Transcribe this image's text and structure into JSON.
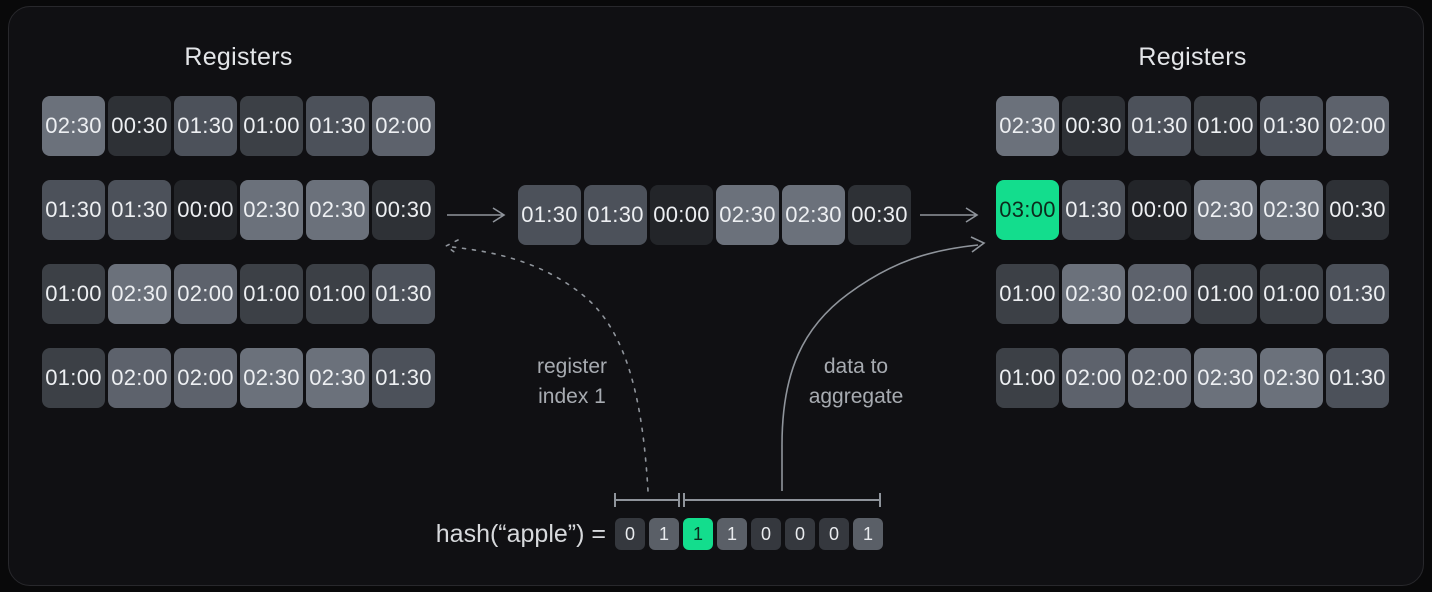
{
  "left_registers": {
    "title": "Registers",
    "rows": [
      [
        "02:30",
        "00:30",
        "01:30",
        "01:00",
        "01:30",
        "02:00"
      ],
      [
        "01:30",
        "01:30",
        "00:00",
        "02:30",
        "02:30",
        "00:30"
      ],
      [
        "01:00",
        "02:30",
        "02:00",
        "01:00",
        "01:00",
        "01:30"
      ],
      [
        "01:00",
        "02:00",
        "02:00",
        "02:30",
        "02:30",
        "01:30"
      ]
    ]
  },
  "middle_row": {
    "values": [
      "01:30",
      "01:30",
      "00:00",
      "02:30",
      "02:30",
      "00:30"
    ]
  },
  "right_registers": {
    "title": "Registers",
    "rows": [
      [
        "02:30",
        "00:30",
        "01:30",
        "01:00",
        "01:30",
        "02:00"
      ],
      [
        "03:00",
        "01:30",
        "00:00",
        "02:30",
        "02:30",
        "00:30"
      ],
      [
        "01:00",
        "02:30",
        "02:00",
        "01:00",
        "01:00",
        "01:30"
      ],
      [
        "01:00",
        "02:00",
        "02:00",
        "02:30",
        "02:30",
        "01:30"
      ]
    ],
    "highlight": {
      "row": 1,
      "col": 0
    }
  },
  "annotations": {
    "register_index": [
      "register",
      "index 1"
    ],
    "data_aggregate": [
      "data to",
      "aggregate"
    ]
  },
  "hash": {
    "label": "hash(“apple”) =",
    "bits": [
      "0",
      "1",
      "1",
      "1",
      "0",
      "0",
      "0",
      "1"
    ],
    "highlight_index": 2
  },
  "colors": {
    "accent_green": "#13DD8D",
    "accent_text": "#0C2B1D",
    "cell_text": "#EDEFF2",
    "arrow": "#8F949B",
    "panel_bg": "#101013",
    "value_shades": {
      "00:00": "#232529",
      "00:30": "#2E3136",
      "01:00": "#3C4046",
      "01:30": "#4C515A",
      "02:00": "#5D626C",
      "02:30": "#6B717B",
      "03:00": "#13DD8D"
    },
    "bit_shades": {
      "0": "#35383E",
      "1": "#5A5F67"
    }
  }
}
